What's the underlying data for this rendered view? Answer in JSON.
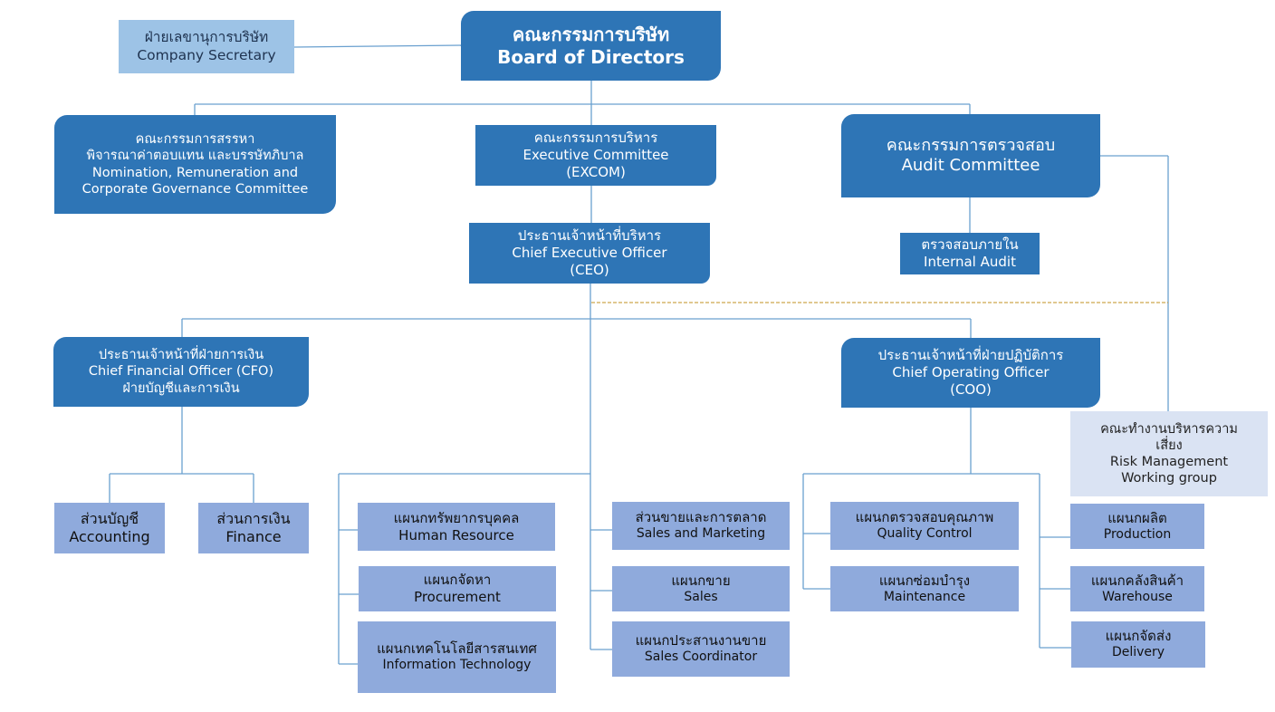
{
  "colors": {
    "primary_box": "#2e75b6",
    "secretary_box": "#9dc3e6",
    "department_box": "#8faadc",
    "risk_box": "#dae3f3",
    "connector": "#5b9bd5",
    "dashed_separator": "#c09020"
  },
  "nodes": {
    "board": {
      "th": "คณะกรรมการบริษัท",
      "en": "Board of Directors"
    },
    "secretary": {
      "th": "ฝ่ายเลขานุการบริษัท",
      "en": "Company Secretary"
    },
    "nomination": {
      "th": "คณะกรรมการสรรหา",
      "th2": "พิจารณาค่าตอบแทน และบรรษัทภิบาล",
      "en": "Nomination, Remuneration and",
      "en2": "Corporate Governance Committee"
    },
    "excom": {
      "th": "คณะกรรมการบริหาร",
      "en": "Executive Committee",
      "en2": "(EXCOM)"
    },
    "audit_committee": {
      "th": "คณะกรรมการตรวจสอบ",
      "en": "Audit Committee"
    },
    "ceo": {
      "th": "ประธานเจ้าหน้าที่บริหาร",
      "en": "Chief Executive Officer",
      "en2": "(CEO)"
    },
    "internal_audit": {
      "th": "ตรวจสอบภายใน",
      "en": "Internal Audit"
    },
    "cfo": {
      "th": "ประธานเจ้าหน้าที่ฝ่ายการเงิน",
      "en": "Chief Financial Officer (CFO)",
      "th2": "ฝ่ายบัญชีและการเงิน"
    },
    "coo": {
      "th": "ประธานเจ้าหน้าที่ฝ่ายปฏิบัติการ",
      "en": "Chief Operating Officer",
      "en2": "(COO)"
    },
    "risk": {
      "th": "คณะทำงานบริหารความ",
      "th2": "เสี่ยง",
      "en": "Risk Management",
      "en2": "Working group"
    },
    "accounting": {
      "th": "ส่วนบัญชี",
      "en": "Accounting"
    },
    "finance": {
      "th": "ส่วนการเงิน",
      "en": "Finance"
    },
    "hr": {
      "th": "แผนกทรัพยากรบุคคล",
      "en": "Human Resource"
    },
    "procurement": {
      "th": "แผนกจัดหา",
      "en": "Procurement"
    },
    "it": {
      "th": "แผนกเทคโนโลยีสารสนเทศ",
      "en": "Information Technology"
    },
    "sales_marketing": {
      "th": "ส่วนขายและการตลาด",
      "en": "Sales and Marketing"
    },
    "sales": {
      "th": "แผนกขาย",
      "en": "Sales"
    },
    "sales_coord": {
      "th": "แผนกประสานงานขาย",
      "en": "Sales Coordinator"
    },
    "qc": {
      "th": "แผนกตรวจสอบคุณภาพ",
      "en": "Quality Control"
    },
    "maintenance": {
      "th": "แผนกซ่อมบำรุง",
      "en": "Maintenance"
    },
    "production": {
      "th": "แผนกผลิต",
      "en": "Production"
    },
    "warehouse": {
      "th": "แผนกคลังสินค้า",
      "en": "Warehouse"
    },
    "delivery": {
      "th": "แผนกจัดส่ง",
      "en": "Delivery"
    }
  }
}
